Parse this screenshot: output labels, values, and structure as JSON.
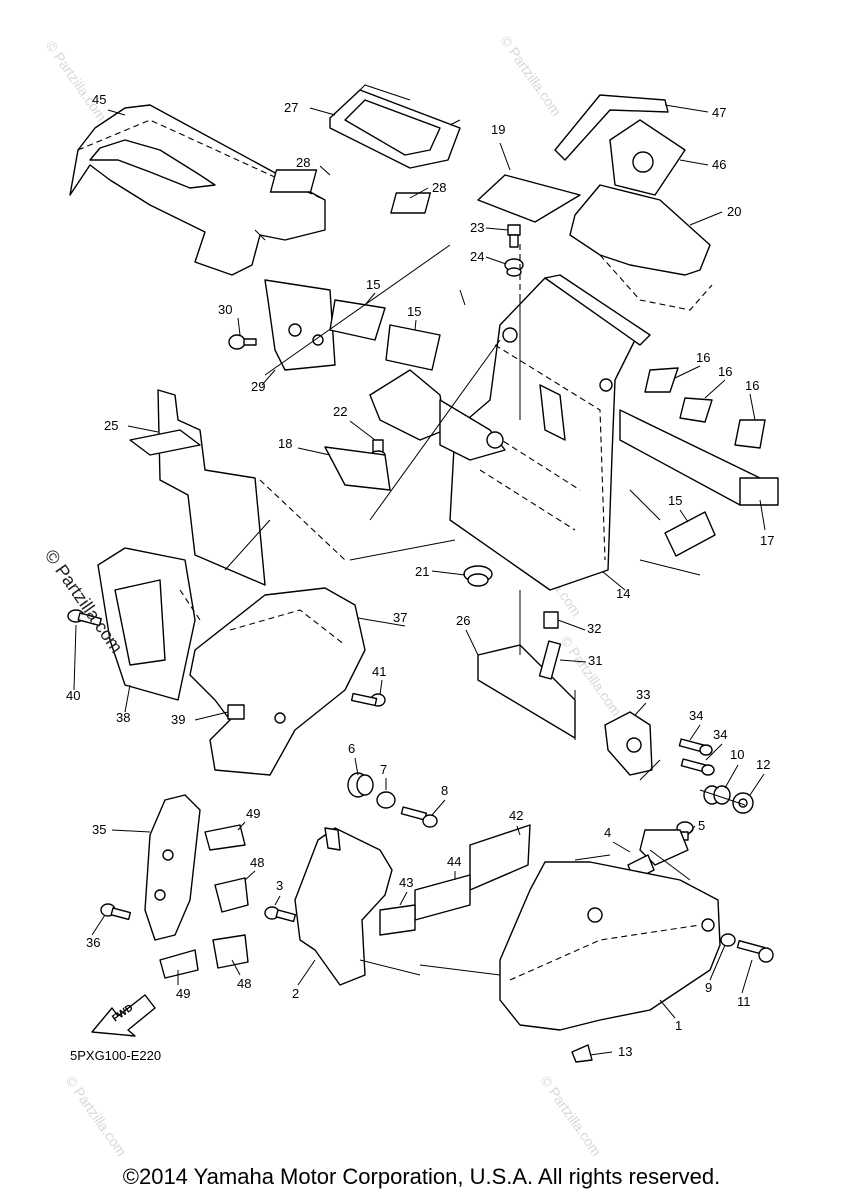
{
  "diagram_code": "5PXG100-E220",
  "fwd_label": "FWD",
  "watermark_main": "© Partzilla.com",
  "watermark_faint": "© Partzilla.com",
  "copyright": "©2014 Yamaha Motor Corporation, U.S.A. All rights reserved.",
  "callouts": [
    "45",
    "27",
    "28",
    "28",
    "19",
    "47",
    "46",
    "20",
    "23",
    "24",
    "15",
    "15",
    "30",
    "29",
    "16",
    "16",
    "16",
    "22",
    "25",
    "18",
    "17",
    "15",
    "21",
    "14",
    "37",
    "26",
    "32",
    "31",
    "40",
    "38",
    "39",
    "41",
    "33",
    "34",
    "34",
    "10",
    "12",
    "6",
    "7",
    "8",
    "5",
    "4",
    "42",
    "44",
    "43",
    "35",
    "49",
    "48",
    "48",
    "49",
    "3",
    "36",
    "2",
    "1",
    "9",
    "11",
    "13"
  ]
}
